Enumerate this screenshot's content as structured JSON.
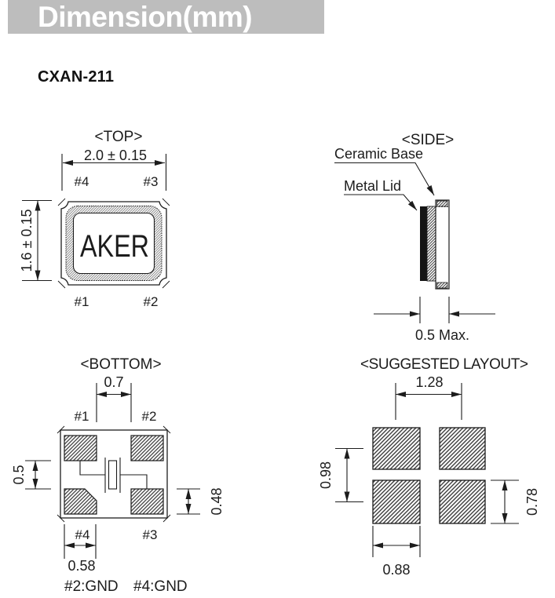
{
  "header": {
    "title": "Dimension(mm)"
  },
  "part_number": "CXAN-211",
  "colors": {
    "header_bar": "#bdbdbd",
    "header_text": "#ffffff",
    "line": "#1c1c1c",
    "background": "#ffffff"
  },
  "top_view": {
    "label": "<TOP>",
    "width_dim": "2.0 ± 0.15",
    "height_dim": "1.6 ± 0.15",
    "marking": "AKER",
    "pin_top_left": "#4",
    "pin_top_right": "#3",
    "pin_bottom_left": "#1",
    "pin_bottom_right": "#2"
  },
  "side_view": {
    "label": "<SIDE>",
    "ceramic_base_label": "Ceramic Base",
    "metal_lid_label": "Metal Lid",
    "thickness_dim": "0.5 Max."
  },
  "bottom_view": {
    "label": "<BOTTOM>",
    "inner_gap_dim": "0.7",
    "pad_gap_dim": "0.5",
    "pad_height_dim": "0.48",
    "pad_width_dim": "0.58",
    "pin_top_left": "#1",
    "pin_top_right": "#2",
    "pin_bottom_left": "#4",
    "pin_bottom_right": "#3",
    "gnd_note_left": "#2:GND",
    "gnd_note_right": "#4:GND"
  },
  "layout_view": {
    "label": "<SUGGESTED LAYOUT>",
    "pitch_x_dim": "1.28",
    "pitch_y_dim": "0.98",
    "pad_height_dim": "0.78",
    "pad_width_dim": "0.88"
  }
}
